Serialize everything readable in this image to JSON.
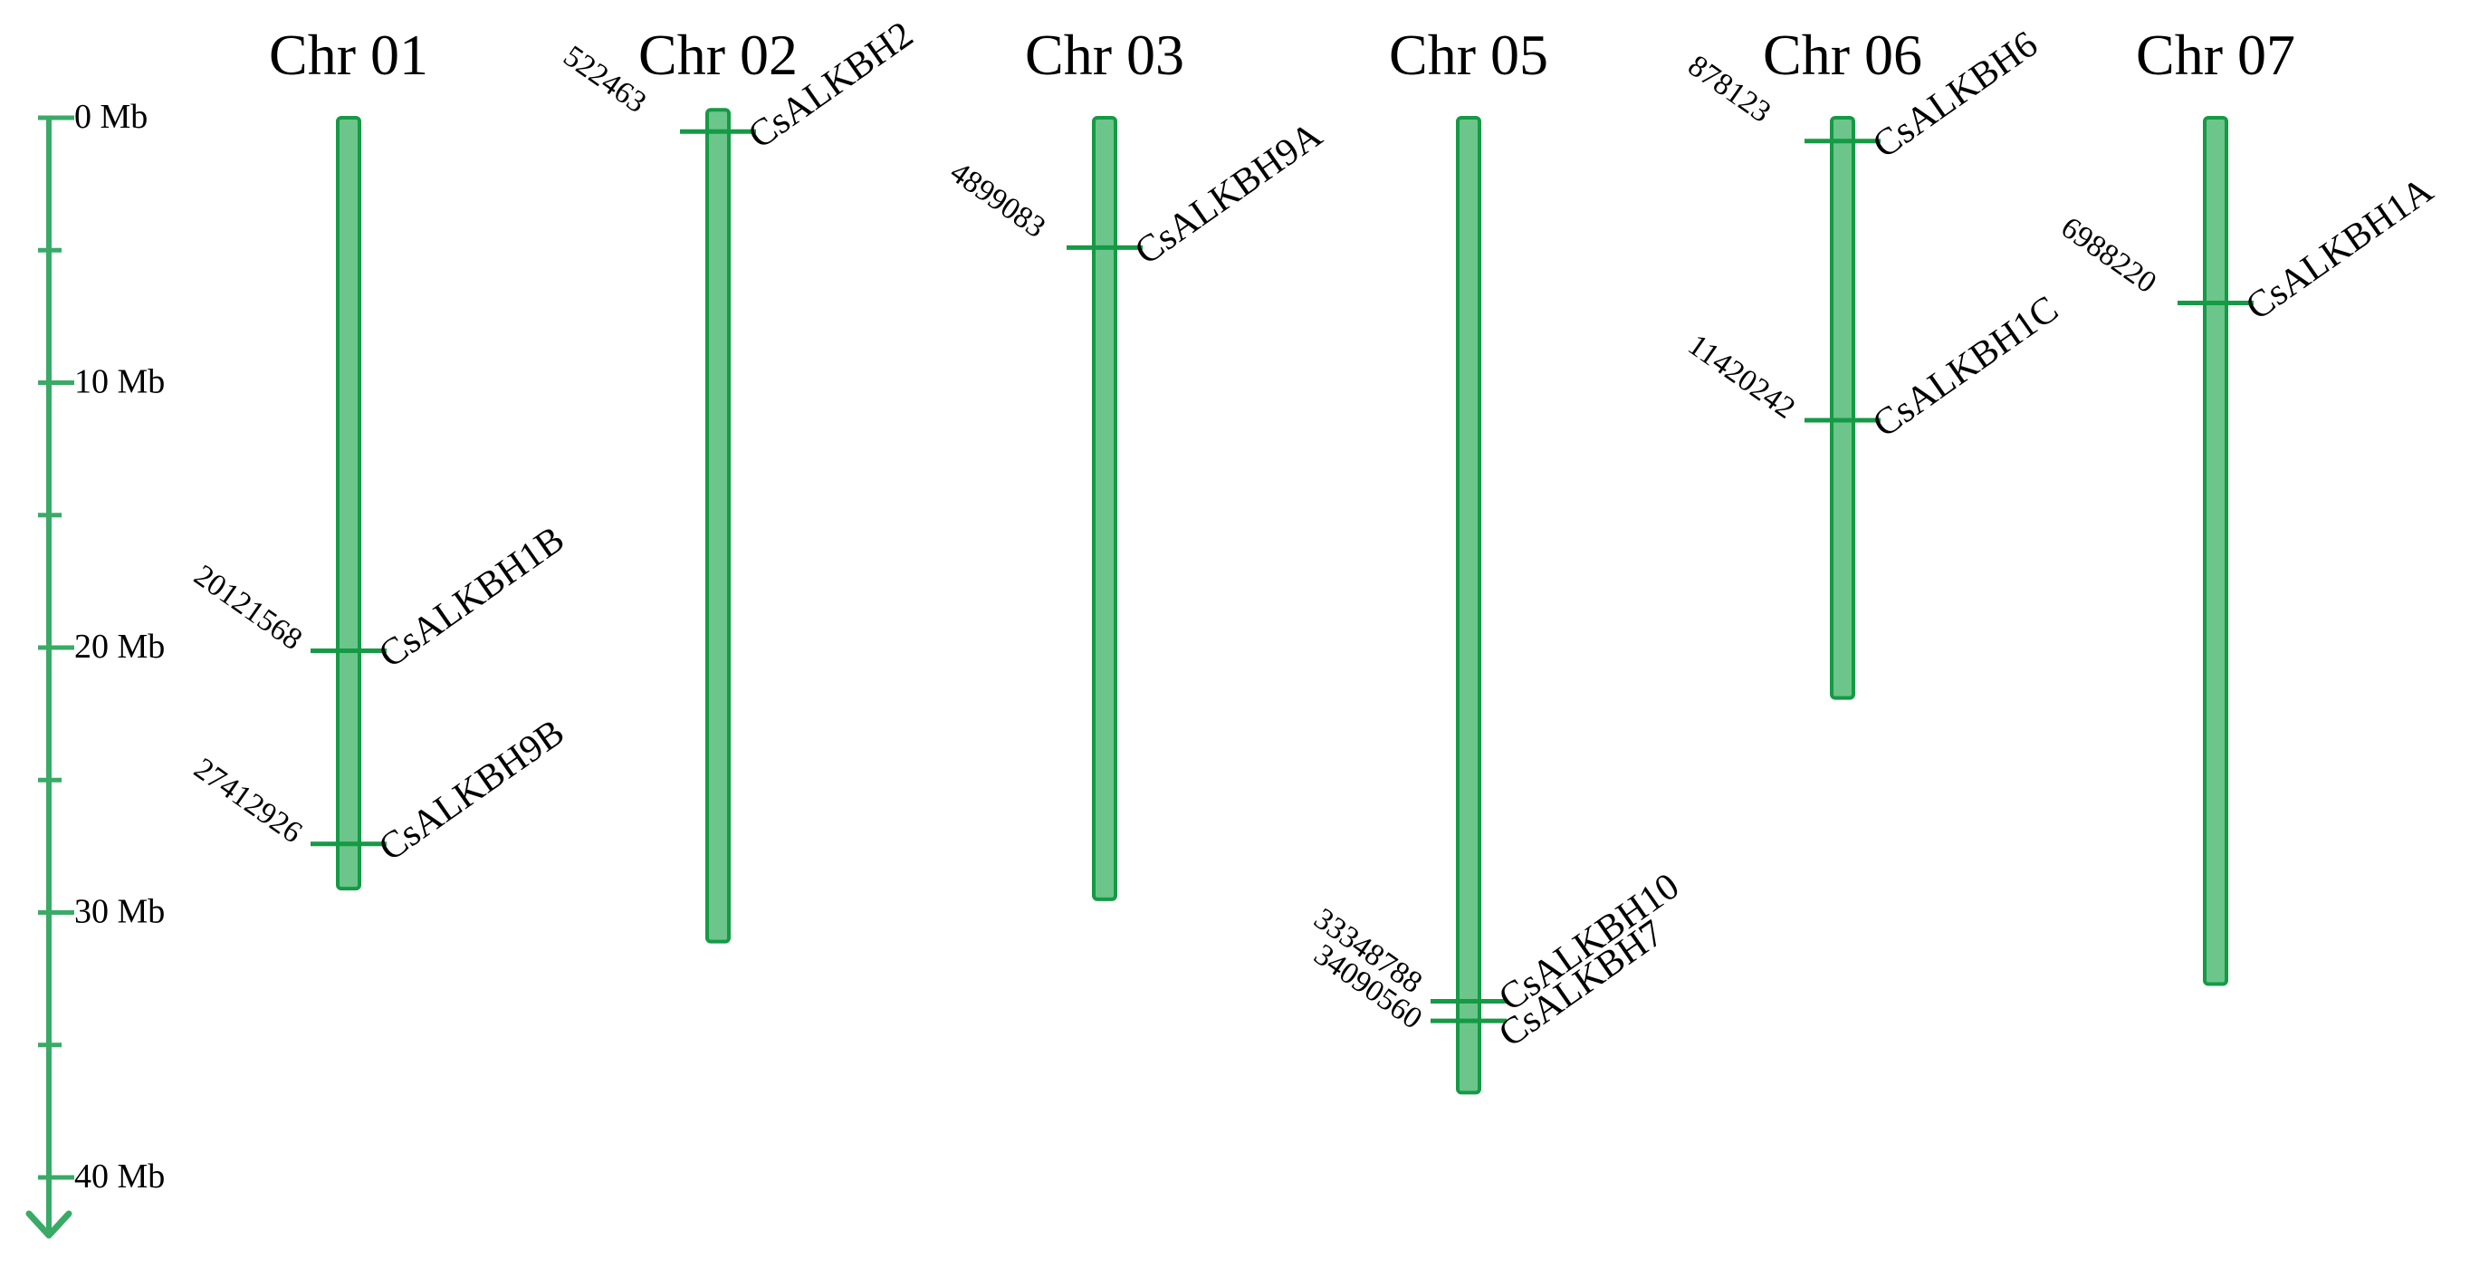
{
  "colors": {
    "chromosome_fill": "#6cc58a",
    "chromosome_stroke": "#159a45",
    "marker": "#159a45",
    "scale": "#3aaa67",
    "text": "#000000"
  },
  "scale": {
    "labels": [
      "0 Mb",
      "10 Mb",
      "20 Mb",
      "30 Mb",
      "40 Mb"
    ],
    "max_mb": 40,
    "minor_step_mb": 5,
    "arrow_icon": "arrow-down-icon"
  },
  "chromosomes": [
    {
      "name": "Chr 01",
      "start_mb": 0,
      "length_mb": 29.1,
      "genes": [
        {
          "name": "CsALKBH1B",
          "position": "20121568",
          "mb": 20.12
        },
        {
          "name": "CsALKBH9B",
          "position": "27412926",
          "mb": 27.41
        }
      ]
    },
    {
      "name": "Chr 02",
      "start_mb": -0.3,
      "length_mb": 31.4,
      "genes": [
        {
          "name": "CsALKBH2",
          "position": "522463",
          "mb": 0.52
        }
      ]
    },
    {
      "name": "Chr 03",
      "start_mb": 0,
      "length_mb": 29.5,
      "genes": [
        {
          "name": "CsALKBH9A",
          "position": "4899083",
          "mb": 4.9
        }
      ]
    },
    {
      "name": "Chr 05",
      "start_mb": 0,
      "length_mb": 36.8,
      "genes": [
        {
          "name": "CsALKBH10",
          "position": "33348788",
          "mb": 33.35
        },
        {
          "name": "CsALKBH7",
          "position": "34090560",
          "mb": 34.09
        }
      ]
    },
    {
      "name": "Chr 06",
      "start_mb": 0,
      "length_mb": 21.9,
      "genes": [
        {
          "name": "CsALKBH6",
          "position": "878123",
          "mb": 0.88
        },
        {
          "name": "CsALKBH1C",
          "position": "11420242",
          "mb": 11.42
        }
      ]
    },
    {
      "name": "Chr 07",
      "start_mb": 0,
      "length_mb": 32.7,
      "genes": [
        {
          "name": "CsALKBH1A",
          "position": "6988220",
          "mb": 6.99
        }
      ]
    }
  ]
}
